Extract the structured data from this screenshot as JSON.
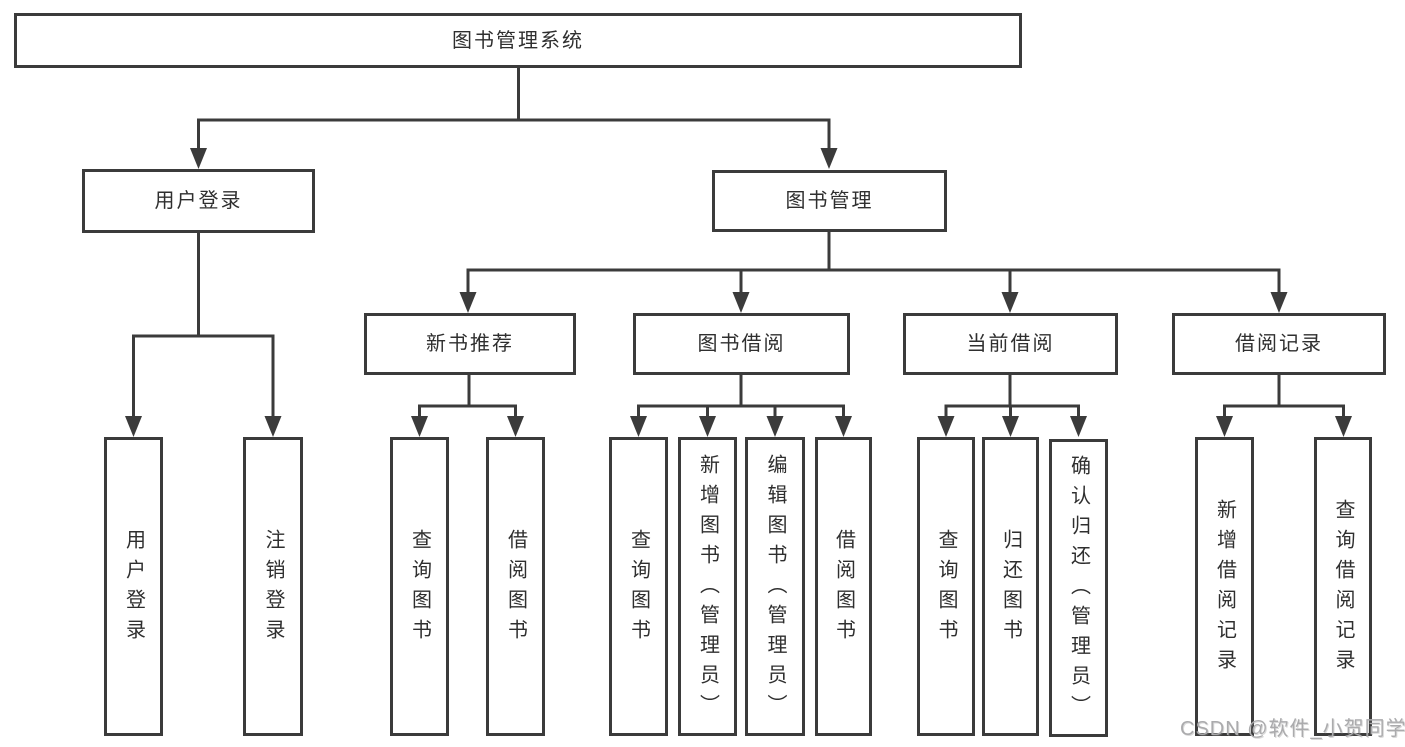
{
  "diagram": {
    "root": {
      "label": "图书管理系统",
      "children": [
        {
          "label": "用户登录",
          "children": [
            {
              "label": "用户登录"
            },
            {
              "label": "注销登录"
            }
          ]
        },
        {
          "label": "图书管理",
          "children": [
            {
              "label": "新书推荐",
              "children": [
                {
                  "label": "查询图书"
                },
                {
                  "label": "借阅图书"
                }
              ]
            },
            {
              "label": "图书借阅",
              "children": [
                {
                  "label": "查询图书"
                },
                {
                  "label": "新增图书（管理员）"
                },
                {
                  "label": "编辑图书（管理员）"
                },
                {
                  "label": "借阅图书"
                }
              ]
            },
            {
              "label": "当前借阅",
              "children": [
                {
                  "label": "查询图书"
                },
                {
                  "label": "归还图书"
                },
                {
                  "label": "确认归还（管理员）"
                }
              ]
            },
            {
              "label": "借阅记录",
              "children": [
                {
                  "label": "新增借阅记录"
                },
                {
                  "label": "查询借阅记录"
                }
              ]
            }
          ]
        }
      ]
    }
  },
  "watermark": {
    "text": "CSDN @软件_小贺同学"
  },
  "colors": {
    "line": "#3b3b3b",
    "text": "#2f2f2f",
    "watermark": "#ababad",
    "background": "#ffffff"
  }
}
